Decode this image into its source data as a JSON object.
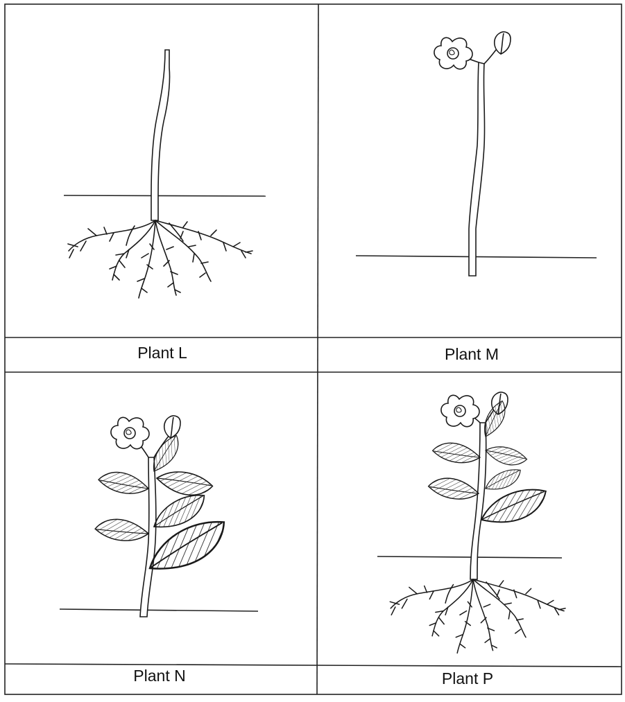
{
  "panels": [
    {
      "id": "L",
      "label": "Plant L",
      "parts": [
        "stem",
        "roots"
      ]
    },
    {
      "id": "M",
      "label": "Plant M",
      "parts": [
        "stem",
        "flowers"
      ]
    },
    {
      "id": "N",
      "label": "Plant N",
      "parts": [
        "stem",
        "leaves",
        "flowers"
      ]
    },
    {
      "id": "P",
      "label": "Plant P",
      "parts": [
        "stem",
        "leaves",
        "flowers",
        "roots"
      ]
    }
  ],
  "colors": {
    "ink": "#1a1a1a",
    "paper": "#ffffff",
    "leaf_hatch": "#333333"
  }
}
